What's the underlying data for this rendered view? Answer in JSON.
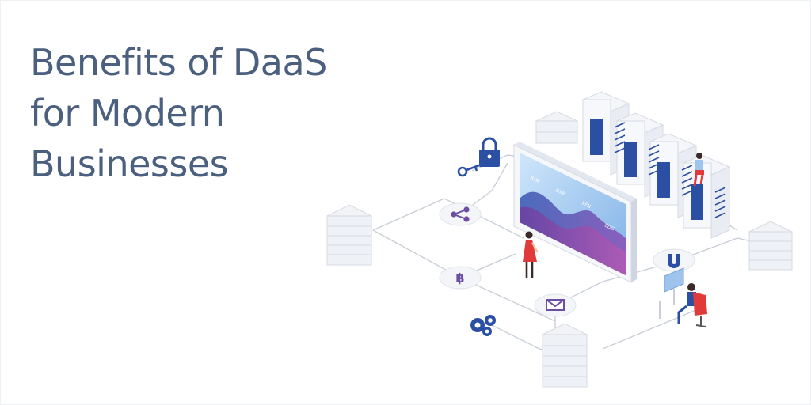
{
  "banner": {
    "headline_lines": [
      "Benefits of DaaS",
      "for Modern",
      "Businesses"
    ]
  },
  "illustration": {
    "dashboard": {
      "column_labels": [
        "RMK",
        "DXP",
        "XFN",
        "EDG"
      ]
    },
    "icons": [
      "lock-icon",
      "key-icon",
      "share-icon",
      "bitcoin-icon",
      "envelope-icon",
      "gears-icon",
      "magnet-icon"
    ],
    "colors": {
      "primary_blue": "#2b4fa3",
      "light_blue": "#9ec4ee",
      "purple": "#6b4fa3",
      "accent_red": "#e03a3a",
      "line_gray": "#c9ced8",
      "stack_gray": "#e6e9ee"
    }
  }
}
